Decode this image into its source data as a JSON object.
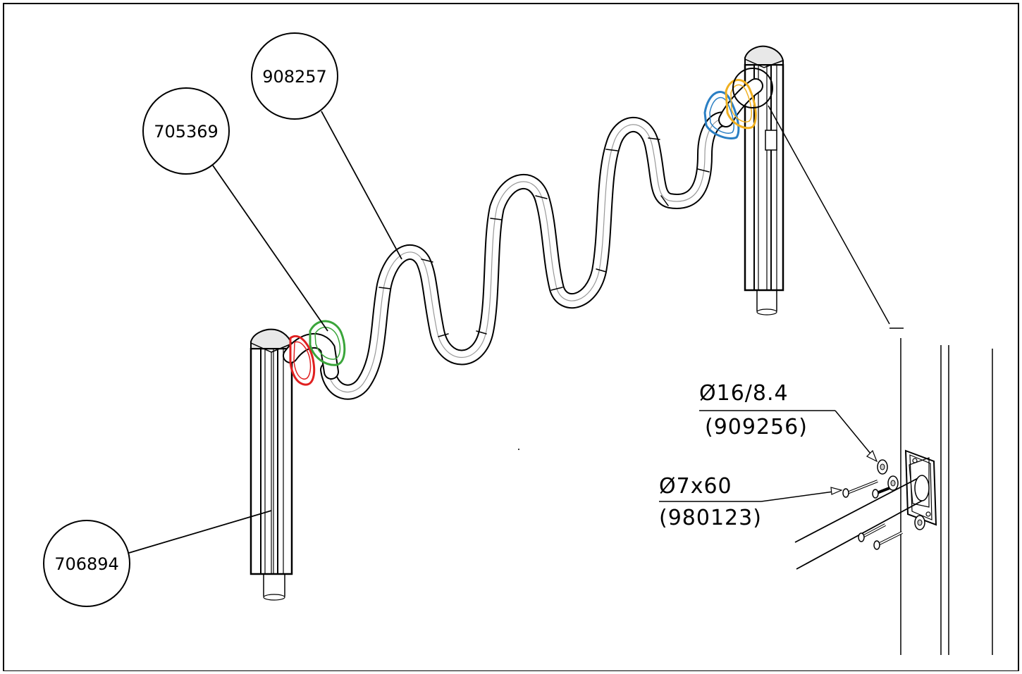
{
  "callouts": {
    "c1": "908257",
    "c2": "705369",
    "c3": "706894"
  },
  "specs": {
    "washer_size": "Ø16/8.4",
    "washer_code": "(909256)",
    "screw_size": "Ø7x60",
    "screw_code": "(980123)"
  },
  "colors": {
    "line": "#000000",
    "ring_red": "#e02020",
    "ring_green": "#3aa53a",
    "ring_blue": "#2a7fc4",
    "ring_yellow": "#f0b020"
  }
}
